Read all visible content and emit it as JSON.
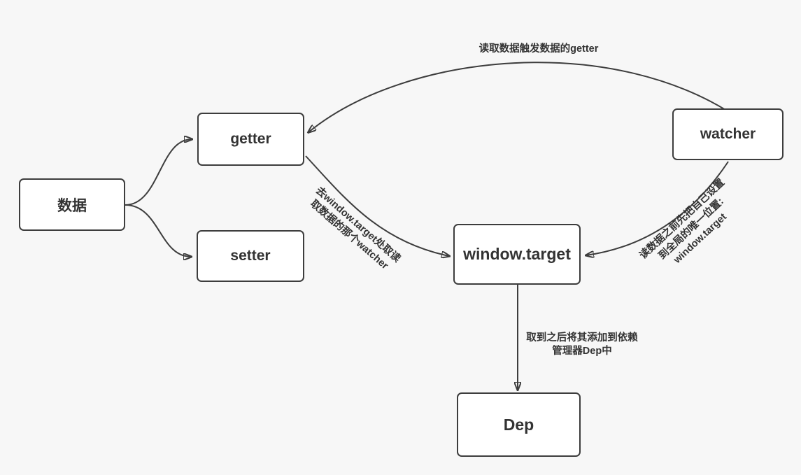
{
  "diagram": {
    "colors": {
      "background": "#f7f7f7",
      "node_fill": "#ffffff",
      "stroke": "#3d3d3d",
      "text": "#333333"
    },
    "nodes": {
      "data": {
        "label": "数据"
      },
      "getter": {
        "label": "getter"
      },
      "setter": {
        "label": "setter"
      },
      "watcher": {
        "label": "watcher"
      },
      "window_target": {
        "label": "window.target"
      },
      "dep": {
        "label": "Dep"
      }
    },
    "edges": {
      "data_to_getter": {
        "from": "数据",
        "to": "getter",
        "label": ""
      },
      "data_to_setter": {
        "from": "数据",
        "to": "setter",
        "label": ""
      },
      "watcher_to_getter": {
        "from": "watcher",
        "to": "getter",
        "label": "读取数据触发数据的getter"
      },
      "getter_to_target": {
        "from": "getter",
        "to": "window.target",
        "label_line1": "去window.target处取读",
        "label_line2": "取数据的那个watcher"
      },
      "watcher_to_target": {
        "from": "watcher",
        "to": "window.target",
        "label_line1": "读数据之前先把自己设置",
        "label_line2": "到全局的唯一位置:",
        "label_line3": "window.target"
      },
      "target_to_dep": {
        "from": "window.target",
        "to": "Dep",
        "label_line1": "取到之后将其添加到依赖",
        "label_line2": "管理器Dep中"
      }
    }
  }
}
